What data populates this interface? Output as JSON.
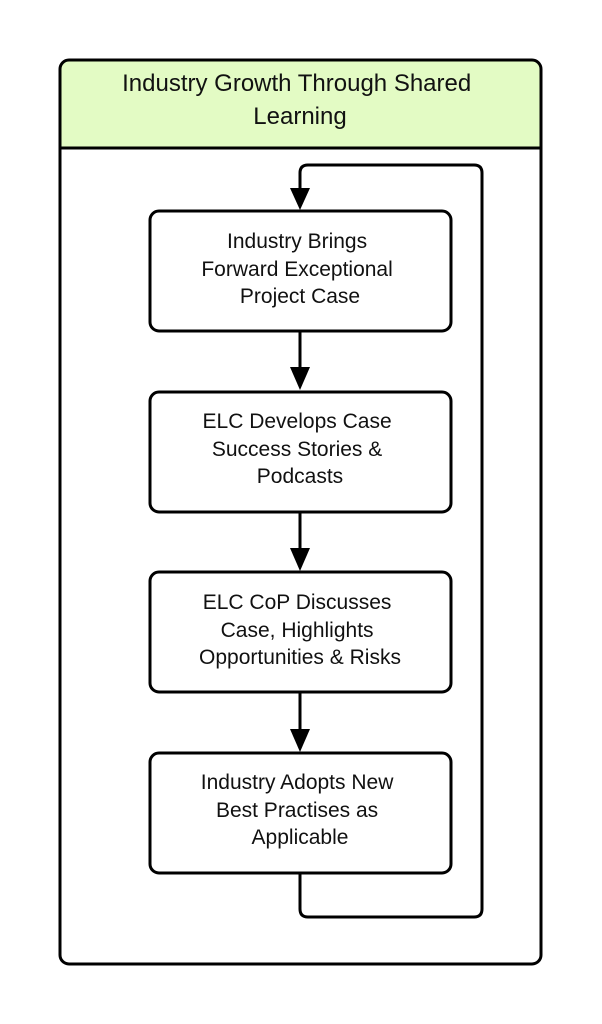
{
  "diagram": {
    "title_lines": [
      "Industry Growth Through Shared",
      "Learning"
    ],
    "header_color": "#e3fbc4",
    "steps": [
      {
        "lines": [
          "Industry Brings",
          "Forward Exceptional",
          "Project Case"
        ]
      },
      {
        "lines": [
          "ELC Develops Case",
          "Success Stories &",
          "Podcasts"
        ]
      },
      {
        "lines": [
          "ELC CoP Discusses",
          "Case, Highlights",
          "Opportunities & Risks"
        ]
      },
      {
        "lines": [
          "Industry Adopts New",
          "Best Practises as",
          "Applicable"
        ]
      }
    ]
  }
}
